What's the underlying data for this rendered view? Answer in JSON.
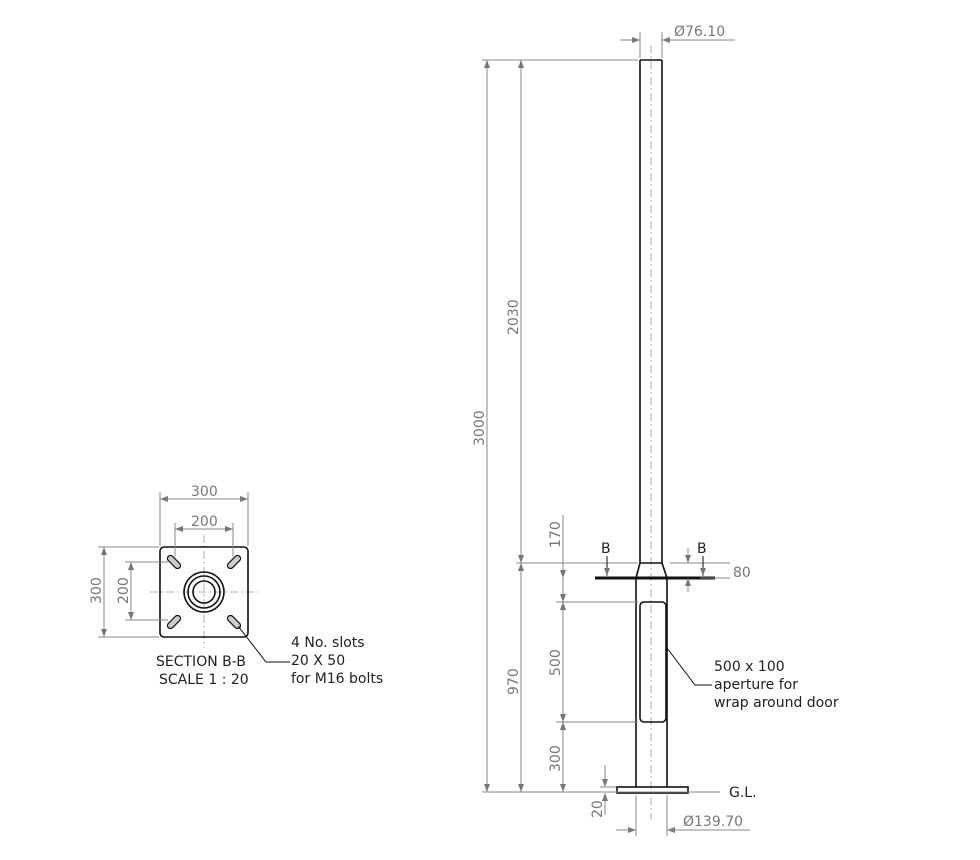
{
  "pole": {
    "top_diameter": "Ø76.10",
    "base_diameter": "Ø139.70",
    "overall_height": "3000",
    "upper_height": "2030",
    "lower_height": "970",
    "flange_offset": "170",
    "flange_thickness": "80",
    "aperture_height": "500",
    "aperture_to_base": "300",
    "base_plate_thickness": "20",
    "section_mark": "B",
    "ground_level": "G.L.",
    "aperture_note": [
      "500 x 100",
      "aperture for",
      "wrap around door"
    ]
  },
  "section": {
    "width_outer": "300",
    "width_inner": "200",
    "height_outer": "300",
    "height_inner": "200",
    "title": "SECTION B-B",
    "scale": "SCALE 1 : 20",
    "slot_note": [
      "4 No. slots",
      "20 X 50",
      "for M16 bolts"
    ]
  }
}
